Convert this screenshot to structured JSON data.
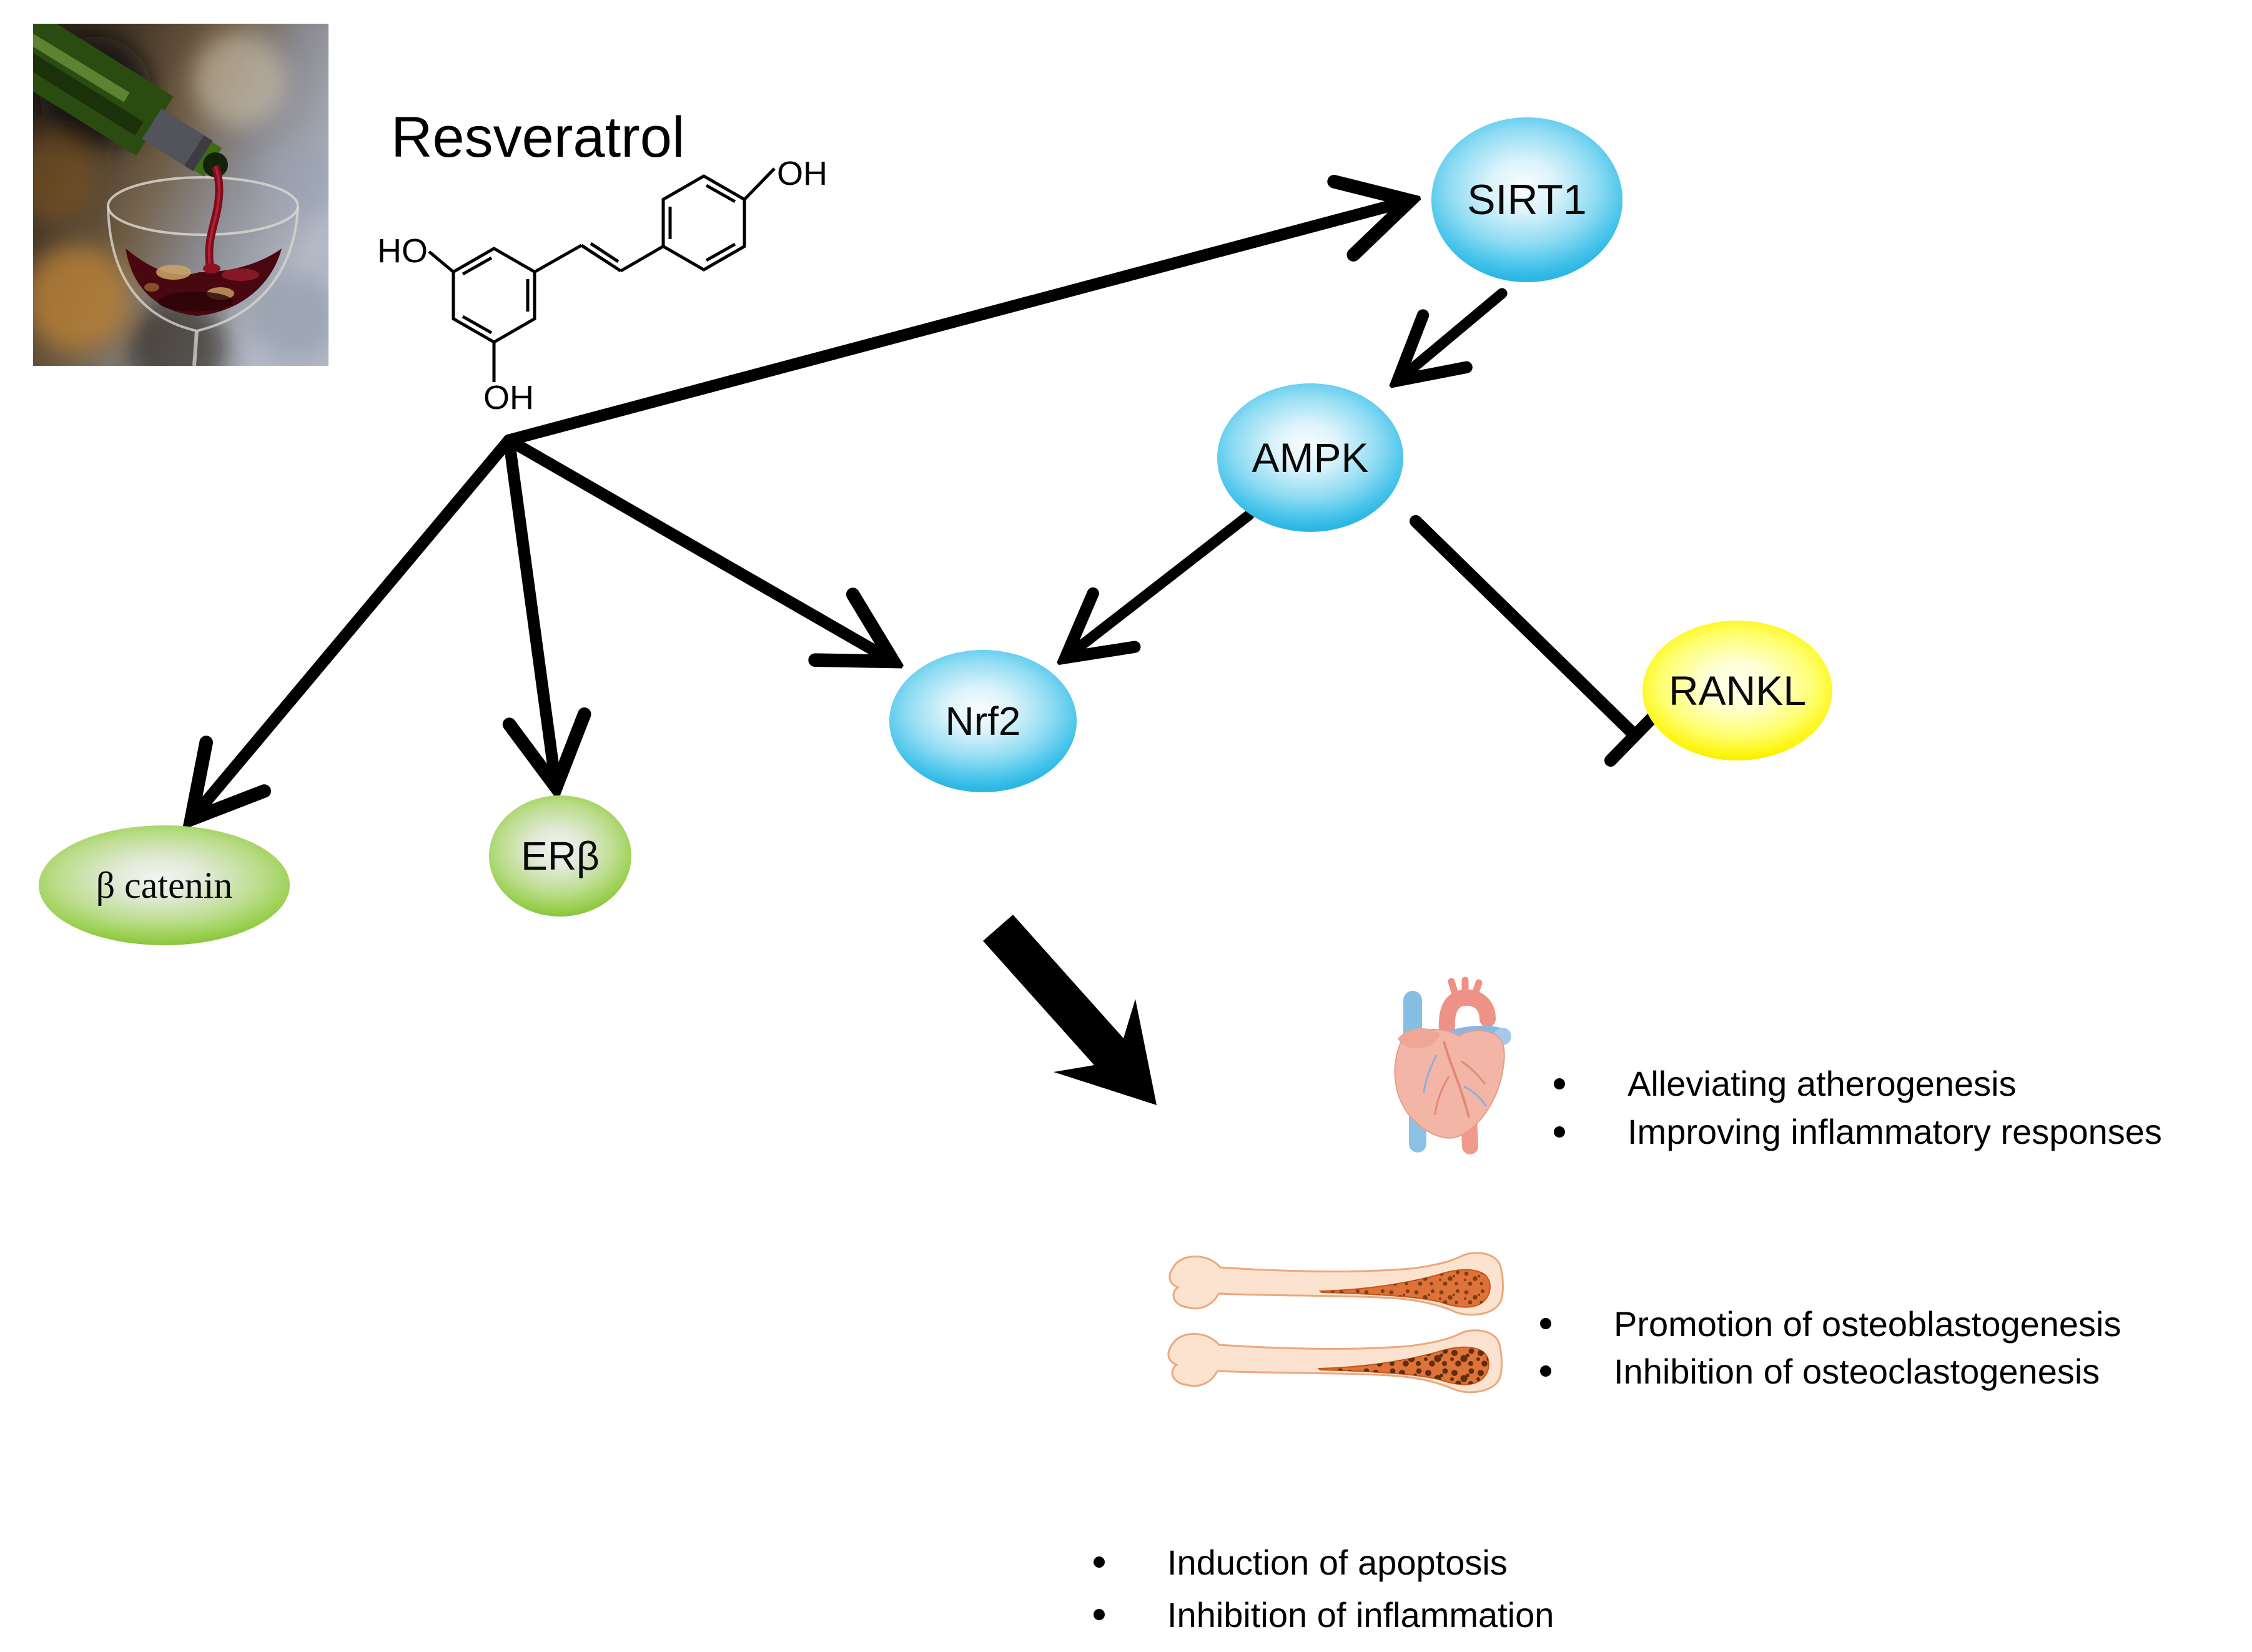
{
  "figure_title": "Resveratrol",
  "molecule": {
    "name": "Resveratrol",
    "hydroxyl_left": "HO",
    "hydroxyl_bottom": "OH",
    "hydroxyl_right": "OH"
  },
  "nodes": {
    "sirt1": "SIRT1",
    "ampk": "AMPK",
    "nrf2": "Nrf2",
    "rankl": "RANKL",
    "beta_catenin": "β catenin",
    "er_beta": "ERβ"
  },
  "node_colors": {
    "blue": "#3fc2e9",
    "yellow": "#fdf403",
    "green": "#8fc74a"
  },
  "edges": [
    {
      "from": "Resveratrol",
      "to": "SIRT1",
      "type": "activation"
    },
    {
      "from": "Resveratrol",
      "to": "β catenin",
      "type": "activation"
    },
    {
      "from": "Resveratrol",
      "to": "ERβ",
      "type": "activation"
    },
    {
      "from": "Resveratrol",
      "to": "Nrf2",
      "type": "activation"
    },
    {
      "from": "SIRT1",
      "to": "AMPK",
      "type": "activation"
    },
    {
      "from": "AMPK",
      "to": "Nrf2",
      "type": "activation"
    },
    {
      "from": "AMPK",
      "to": "RANKL",
      "type": "inhibition"
    },
    {
      "from": "Nrf2",
      "to": "outcomes",
      "type": "activation"
    }
  ],
  "outcomes": {
    "cardio": {
      "icon": "heart-illustration",
      "items": [
        "Alleviating atherogenesis",
        "Improving inflammatory responses"
      ]
    },
    "bone": {
      "icon": "bone-illustration",
      "items": [
        "Promotion of osteoblastogenesis",
        "Inhibition of osteoclastogenesis"
      ]
    },
    "general": {
      "items": [
        "Induction of apoptosis",
        "Inhibition of inflammation"
      ]
    }
  },
  "images": {
    "wine_photo": "red-wine-pouring-into-glass"
  }
}
